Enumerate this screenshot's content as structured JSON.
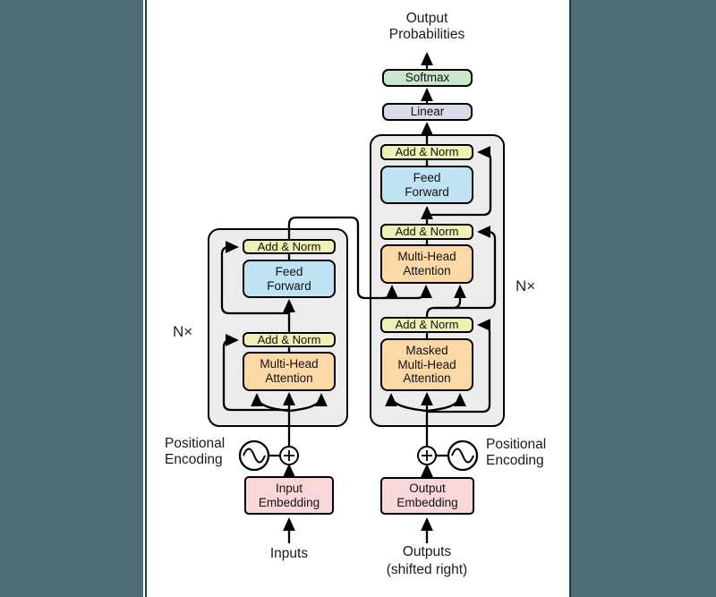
{
  "frame": {
    "band_color": "#4e6b75",
    "edge_color": "#1e3d48"
  },
  "diagram": {
    "title_top": "Output\nProbabilities",
    "labels": {
      "softmax": "Softmax",
      "linear": "Linear",
      "add_norm": "Add & Norm",
      "feed_forward": "Feed\nForward",
      "multi_head_attention": "Multi-Head\nAttention",
      "masked_multi_head_attention": "Masked\nMulti-Head\nAttention",
      "input_embedding": "Input\nEmbedding",
      "output_embedding": "Output\nEmbedding",
      "inputs": "Inputs",
      "outputs": "Outputs\n(shifted right)",
      "positional_encoding": "Positional\nEncoding",
      "n_times": "N×"
    },
    "colors": {
      "softmax": "#cbe7cb",
      "linear": "#dadbea",
      "add_norm": "#eff0b4",
      "feed_forward": "#bfe3f2",
      "attention": "#fcd8a6",
      "embedding": "#f9d6d8",
      "stack_bg": "#ececec",
      "line": "#000000"
    }
  }
}
